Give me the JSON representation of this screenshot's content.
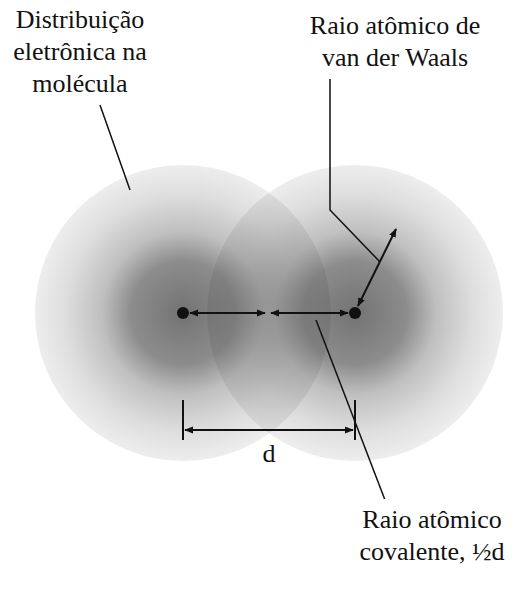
{
  "diagram": {
    "labels": [
      "Distribuição eletrônica na molécula",
      "Raio atômico de van der Waals",
      "d",
      "Raio atômico covalente, ½d"
    ]
  }
}
